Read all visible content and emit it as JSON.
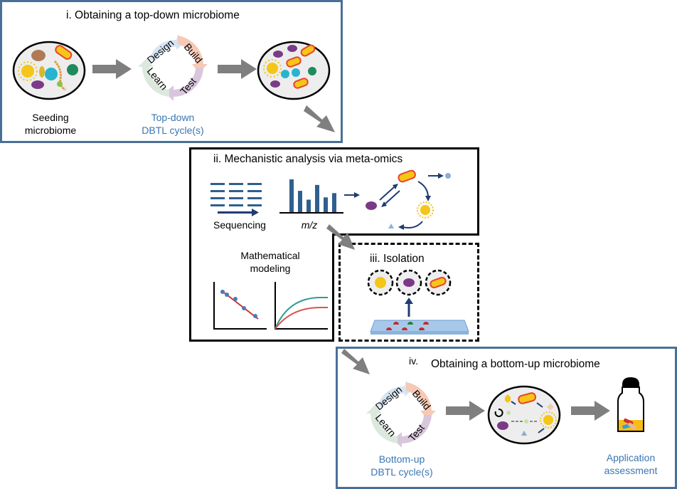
{
  "panels": {
    "top_down": {
      "title": "i.  Obtaining a top-down microbiome",
      "seeding_label_line1": "Seeding",
      "seeding_label_line2": "microbiome",
      "cycle_label_line1": "Top-down",
      "cycle_label_line2": "DBTL cycle(s)"
    },
    "meta_omics": {
      "title": "ii.  Mechanistic analysis via meta-omics",
      "sequencing_label": "Sequencing",
      "mz_label": "m/z",
      "modeling_label_line1": "Mathematical",
      "modeling_label_line2": "modeling"
    },
    "isolation": {
      "title": "iii.  Isolation"
    },
    "bottom_up": {
      "title_prefix": "iv.",
      "title": "Obtaining a bottom-up microbiome",
      "cycle_label_line1": "Bottom-up",
      "cycle_label_line2": "DBTL cycle(s)",
      "app_label_line1": "Application",
      "app_label_line2": "assessment"
    }
  },
  "dbtl_cycle": {
    "steps": [
      "Design",
      "Build",
      "Test",
      "Learn"
    ],
    "colors": [
      "#d5e5f3",
      "#f5c9b5",
      "#d9c6dd",
      "#dce8dd"
    ]
  },
  "colors": {
    "panel_border_blue": "#4a6f97",
    "arrow_gray": "#7f7f7f",
    "label_blue": "#3b76b1",
    "bar_blue": "#2f5f8f",
    "dark_arrow": "#1f3b73"
  },
  "mz_spectrum_relative_heights": [
    1.0,
    0.65,
    0.38,
    0.83,
    0.45,
    0.58
  ]
}
